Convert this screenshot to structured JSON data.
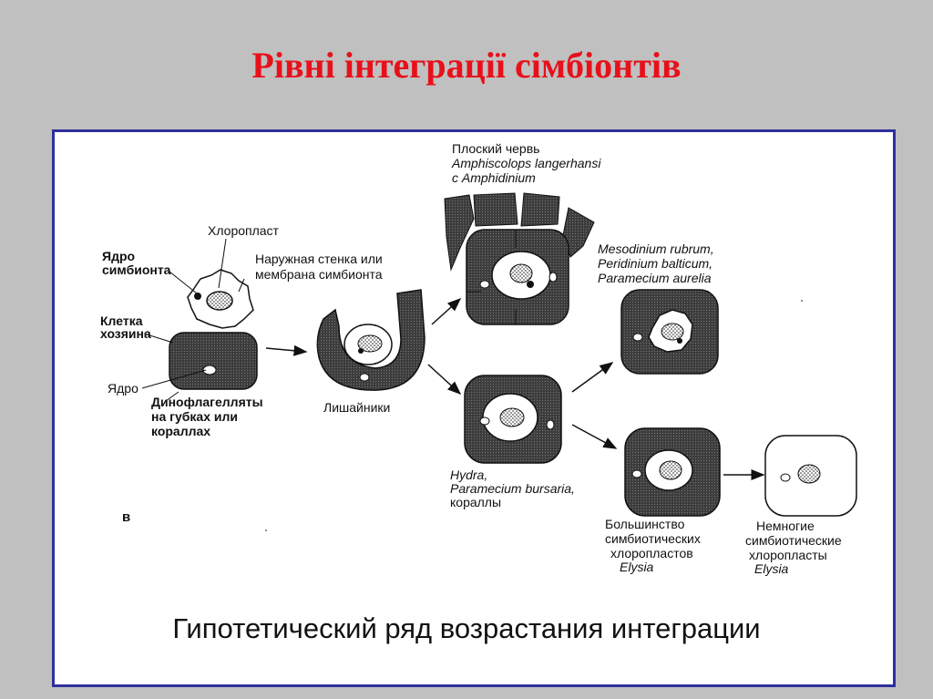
{
  "slide": {
    "title": "Рівні інтеграції сімбіонтів",
    "caption": "Гипотетический ряд возрастания интеграции"
  },
  "labels": {
    "flatworm_1": "Плоский червь",
    "flatworm_2": "Amphiscolops langerhansi",
    "flatworm_3": "с Amphidinium",
    "chloroplast": "Хлоропласт",
    "symbiont_nucleus_1": "Ядро",
    "symbiont_nucleus_2": "симбионта",
    "outer_wall_1": "Наружная стенка или",
    "outer_wall_2": "мембрана симбионта",
    "host_cell_1": "Клетка",
    "host_cell_2": "хозяина",
    "nucleus": "Ядро",
    "dinoflag_1": "Динофлагелляты",
    "dinoflag_2": "на губках или",
    "dinoflag_3": "кораллах",
    "lichens": "Лишайники",
    "mesodinium_1": "Mesodinium rubrum,",
    "mesodinium_2": "Peridinium balticum,",
    "mesodinium_3": "Paramecium aurelia",
    "hydra_1": "Hydra,",
    "hydra_2": "Paramecium bursaria,",
    "hydra_3": "кораллы",
    "most_1": "Большинство",
    "most_2": "симбиотических",
    "most_3": "хлоропластов",
    "most_4": "Elysia",
    "few_1": "Немногие",
    "few_2": "симбиотические",
    "few_3": "хлоропласты",
    "few_4": "Elysia",
    "panel_letter": "в"
  },
  "colors": {
    "title": "#e8101a",
    "frame_border": "#2f2f9e",
    "background": "#c0c0c0",
    "cell_fill": "#4a4a4a"
  }
}
